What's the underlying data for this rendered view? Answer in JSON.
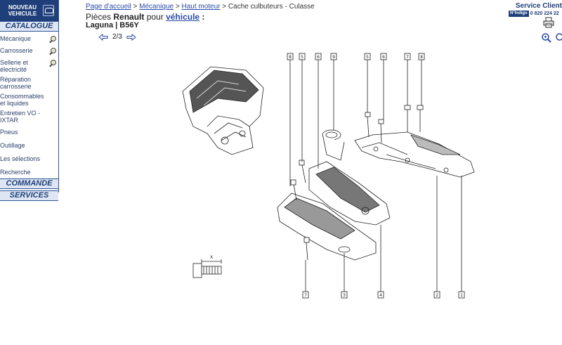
{
  "sidebar": {
    "new_vehicle": "NOUVEAU VEHICULE",
    "catalogue": "CATALOGUE",
    "items": [
      {
        "label": "Mécanique",
        "icon": "search-icon"
      },
      {
        "label": "Carrosserie",
        "icon": "search-icon"
      },
      {
        "label": "Sellerie et électricité",
        "icon": "search-icon"
      },
      {
        "label": "Réparation carrosserie",
        "icon": ""
      },
      {
        "label": "Consommables et liquides",
        "icon": ""
      },
      {
        "label": "Entretien VO - IXTAR",
        "icon": ""
      },
      {
        "label": "Pneus",
        "icon": ""
      },
      {
        "label": "Outillage",
        "icon": ""
      },
      {
        "label": "Les sélections",
        "icon": ""
      },
      {
        "label": "Recherche",
        "icon": ""
      }
    ],
    "commande": "COMMANDE",
    "services": "SERVICES"
  },
  "breadcrumb": {
    "home": "Page d'accueil",
    "sep1": " > ",
    "mecanique": "Mécanique",
    "sep2": " > ",
    "haut_moteur": "Haut moteur",
    "sep3": " > ",
    "current": "Cache culbuteurs - Culasse"
  },
  "title": {
    "prefix": "Pièces ",
    "brand": "Renault",
    "middle": " pour ",
    "link": "véhicule",
    "suffix": " :"
  },
  "subtitle": "Laguna | B56Y",
  "pager": {
    "label": "2/3"
  },
  "service": {
    "title": "Service Client",
    "badge": "N°Indigo",
    "phone": "0 820 224 22"
  },
  "diagram": {
    "callouts_top": [
      "8",
      "5",
      "6",
      "9",
      "5",
      "6",
      "7",
      "8"
    ],
    "callouts_bottom": [
      "7",
      "3",
      "4",
      "2",
      "1"
    ],
    "detail_label": "X"
  }
}
